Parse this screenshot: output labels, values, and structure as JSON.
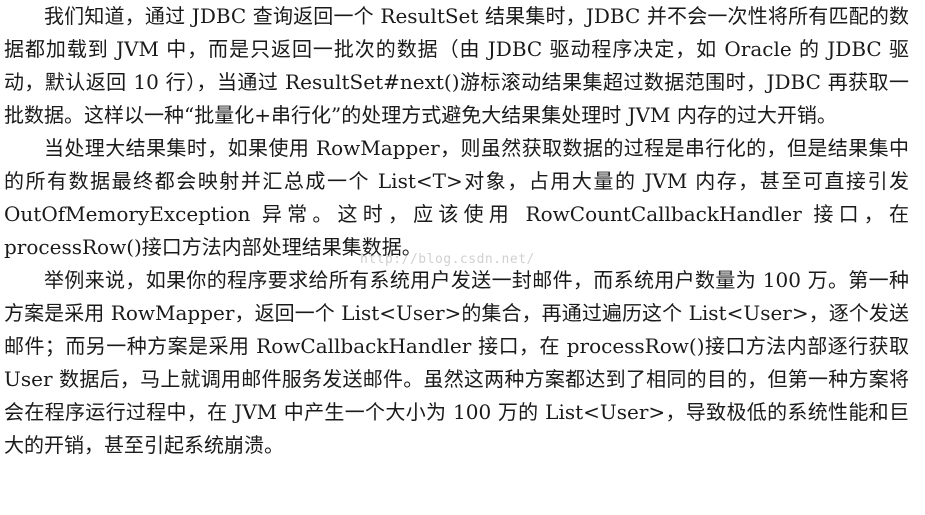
{
  "paragraphs": [
    "我们知道，通过 JDBC 查询返回一个 ResultSet 结果集时，JDBC 并不会一次性将所有匹配的数据都加载到 JVM 中，而是只返回一批次的数据（由 JDBC 驱动程序决定，如 Oracle 的 JDBC 驱动，默认返回 10 行），当通过 ResultSet#next()游标滚动结果集超过数据范围时，JDBC 再获取一批数据。这样以一种“批量化+串行化”的处理方式避免大结果集处理时 JVM 内存的过大开销。",
    "当处理大结果集时，如果使用 RowMapper，则虽然获取数据的过程是串行化的，但是结果集中的所有数据最终都会映射并汇总成一个 List<T>对象，占用大量的 JVM 内存，甚至可直接引发 OutOfMemoryException 异常。这时，应该使用 RowCountCallbackHandler 接口，在 processRow()接口方法内部处理结果集数据。",
    "举例来说，如果你的程序要求给所有系统用户发送一封邮件，而系统用户数量为 100 万。第一种方案是采用 RowMapper，返回一个 List<User>的集合，再通过遍历这个 List<User>，逐个发送邮件；而另一种方案是采用 RowCallbackHandler 接口，在 processRow()接口方法内部逐行获取 User 数据后，马上就调用邮件服务发送邮件。虽然这两种方案都达到了相同的目的，但第一种方案将会在程序运行过程中，在 JVM 中产生一个大小为 100 万的 List<User>，导致极低的系统性能和巨大的开销，甚至引起系统崩溃。"
  ],
  "watermark": "http://blog.csdn.net/"
}
